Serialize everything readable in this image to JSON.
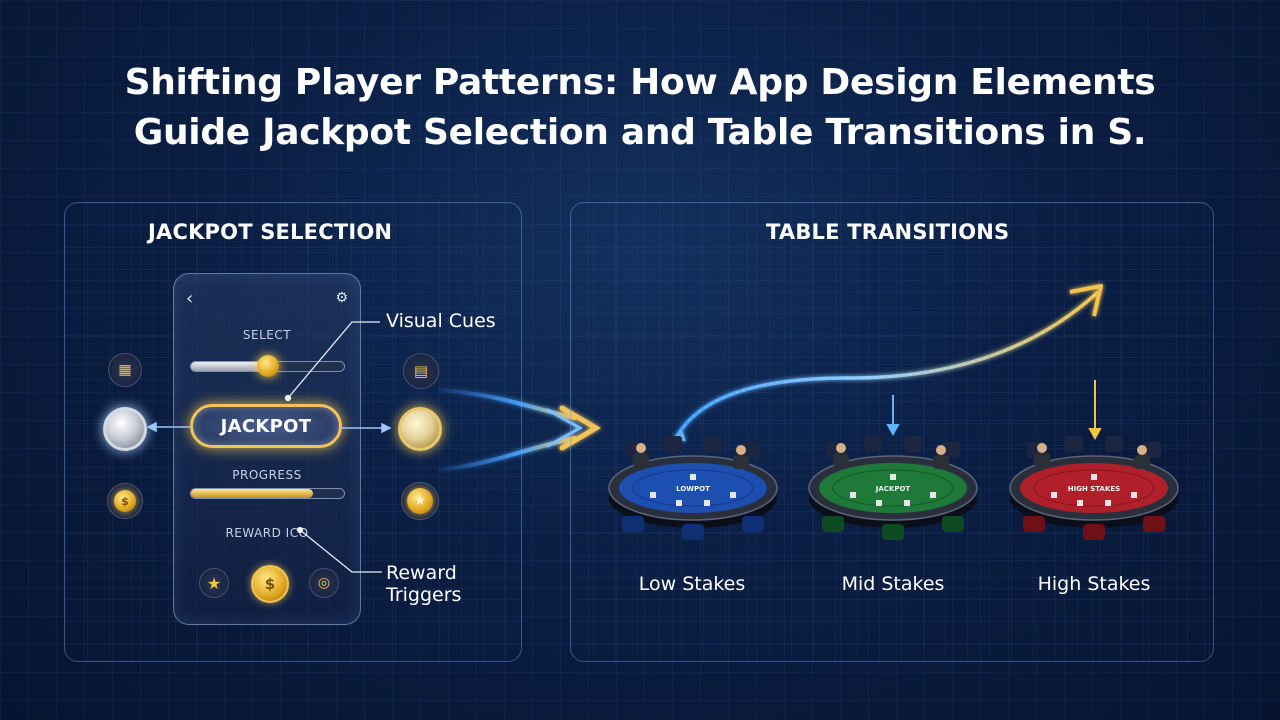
{
  "title": {
    "line1": "Shifting Player Patterns: How App Design Elements",
    "line2": "Guide Jackpot Selection and Table Transitions in S."
  },
  "jackpot_panel": {
    "heading": "JACKPOT SELECTION",
    "phone": {
      "back_icon": "chevron-left-icon",
      "settings_icon": "gear-icon",
      "select_label": "SELECT",
      "select_level": 0.5,
      "jackpot_label": "JACKPOT",
      "progress_label": "PROGRESS",
      "progress_level": 0.8,
      "reward_label": "REWARD ICO",
      "reward_icons": [
        "star-icon",
        "dollar-coin-icon",
        "coin-stack-icon"
      ]
    },
    "callouts": {
      "visual_cues": "Visual Cues",
      "reward_triggers_line1": "Reward",
      "reward_triggers_line2": "Triggers"
    }
  },
  "table_panel": {
    "heading": "TABLE TRANSITIONS",
    "tables": [
      {
        "label": "Low Stakes",
        "felt_text": "LOWPOT",
        "color": "#1d4fb0"
      },
      {
        "label": "Mid Stakes",
        "felt_text": "JACKPOT",
        "color": "#1f7a3a"
      },
      {
        "label": "High Stakes",
        "felt_text": "HIGH STAKES",
        "color": "#b0202a"
      }
    ]
  },
  "colors": {
    "gold": "#f1c458",
    "blue_glow": "#5fb4ff",
    "background": "#0b1f44"
  }
}
